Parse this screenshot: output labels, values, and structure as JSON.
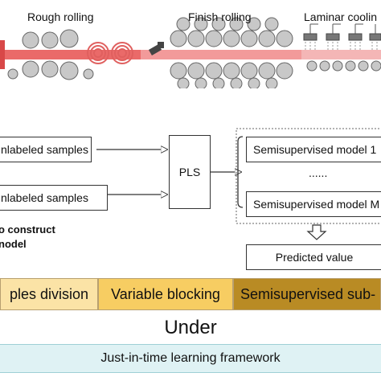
{
  "process": {
    "stage_rough": "Rough rolling",
    "stage_finish": "Finish rolling",
    "stage_laminar": "Laminar coolin"
  },
  "flow": {
    "labeled_samples": "nlabeled samples",
    "unlabeled_samples": "nlabeled samples",
    "pls": "PLS",
    "model_first": "Semisupervised model 1",
    "model_ellipsis": "......",
    "model_last": "Semisupervised model M",
    "construct_line1": "o construct",
    "construct_line2": "nodel",
    "predicted_value": "Predicted value"
  },
  "steps": {
    "division": "ples division",
    "blocking": "Variable blocking",
    "submodel": "Semisupervised sub-"
  },
  "under_label": "Under",
  "framework_label": "Just-in-time learning framework",
  "colors": {
    "strip": "#e8605f",
    "band_division": "#fbe3a6",
    "band_blocking": "#f7cd62",
    "band_submodel": "#b98b24",
    "framework_bg": "#dff2f4"
  }
}
